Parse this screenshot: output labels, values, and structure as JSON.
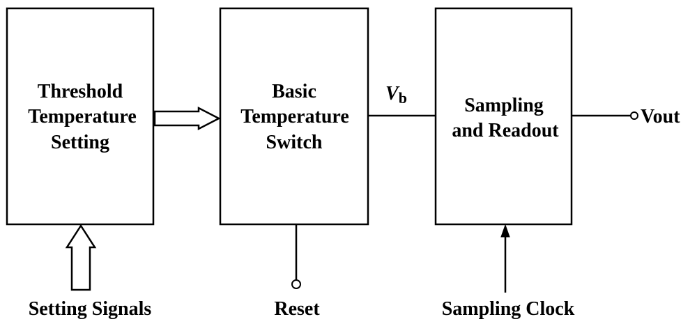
{
  "blocks": {
    "threshold": {
      "lines": [
        "Threshold",
        "Temperature",
        "Setting"
      ]
    },
    "basic": {
      "lines": [
        "Basic",
        "Temperature",
        "Switch"
      ]
    },
    "sampling": {
      "lines": [
        "Sampling",
        "and Readout"
      ]
    }
  },
  "signals": {
    "vb_main": "V",
    "vb_sub": "b",
    "vout": "Vout",
    "setting_signals": "Setting Signals",
    "reset": "Reset",
    "sampling_clock": "Sampling Clock"
  }
}
